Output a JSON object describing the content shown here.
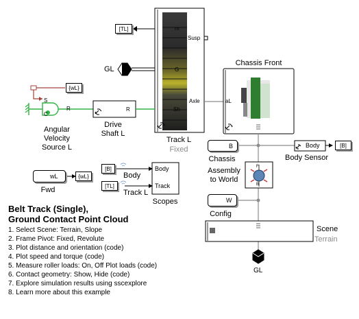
{
  "blocks": {
    "track": {
      "name": "Track L",
      "variant": "Fixed",
      "ports": {
        "m": "m",
        "susp": "Susp",
        "g": "G",
        "axle": "Axle",
        "sh": "Sh"
      }
    },
    "chassis_front": {
      "name": "Chassis Front",
      "port": "aL"
    },
    "angular_velocity": {
      "name": "Angular\nVelocity\nSource L",
      "ports": {
        "s": "S",
        "r": "R",
        "c": "C"
      }
    },
    "drive_shaft": {
      "name": "Drive\nShaft L",
      "port": "R"
    },
    "chassis": {
      "name": "Chassis",
      "value": "B"
    },
    "body_sensor": {
      "name": "Body Sensor",
      "label": "Body"
    },
    "assembly": {
      "name": "Assembly\nto World",
      "ports": {
        "f": "F",
        "b": "B"
      }
    },
    "config": {
      "name": "Config",
      "value": "W"
    },
    "scene": {
      "name": "Scene",
      "variant": "Terrain"
    },
    "gl_bottom": {
      "name": "GL"
    },
    "gl_left": {
      "name": "GL"
    },
    "fwd": {
      "name": "Fwd",
      "value": "wL"
    },
    "scopes": {
      "name": "Scopes",
      "ports": {
        "body": "Body",
        "track": "Track"
      }
    }
  },
  "tags": {
    "tl_top": "[TL]",
    "wl_right": "{wL}",
    "wl_fwd": "{wL}",
    "b_scope": "[B]",
    "tl_scope": "[TL]",
    "b_out": "[B]"
  },
  "signal_labels": {
    "body": "Body",
    "track": "Track L"
  },
  "notes": {
    "title_line1": "Belt Track (Single),",
    "title_line2": "Ground Contact Point Cloud",
    "items": [
      "1. Select Scene: Terrain, Slope",
      "2. Frame Pivot: Fixed, Revolute",
      "3. Plot distance and orientation (code)",
      "4. Plot speed and torque (code)",
      "5. Measure roller loads: On, Off  Plot loads (code)",
      "6. Contact geometry: Show, Hide (code)",
      "7. Explore simulation results using sscexplore",
      "8. Learn more about this example"
    ]
  },
  "colors": {
    "connection": "#8c8c8c",
    "signal": "#000000",
    "physical_green": "#31b443",
    "physical_red": "#a5403a",
    "track_dark": "#2b2b2b",
    "track_yellow": "#b9b22a",
    "chassis_green": "#2f7d2f"
  }
}
